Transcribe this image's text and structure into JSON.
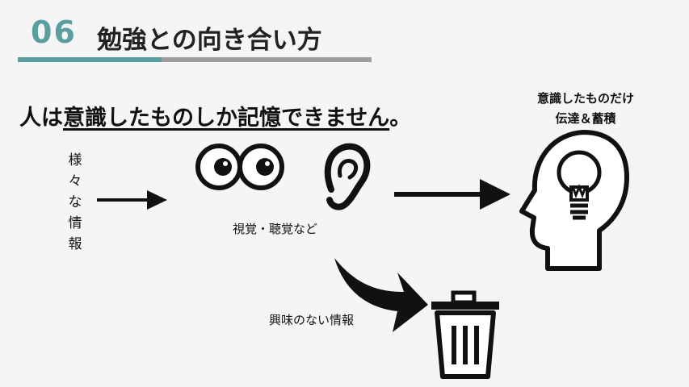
{
  "header": {
    "number": "06",
    "title": "勉強との向き合い方"
  },
  "headline": {
    "prefix": "人は",
    "underlined": "意識したものしか記憶できません",
    "suffix": "。"
  },
  "input_label_chars": [
    "様",
    "々",
    "な",
    "情",
    "報"
  ],
  "senses_caption": "視覚・聴覚など",
  "uninteresting_caption": "興味のない情報",
  "brain_caption": {
    "line1": "意識したものだけ",
    "line2": "伝達＆蓄積"
  },
  "icons": [
    "eyes-icon",
    "ear-icon",
    "head-lightbulb-icon",
    "trash-can-icon"
  ]
}
